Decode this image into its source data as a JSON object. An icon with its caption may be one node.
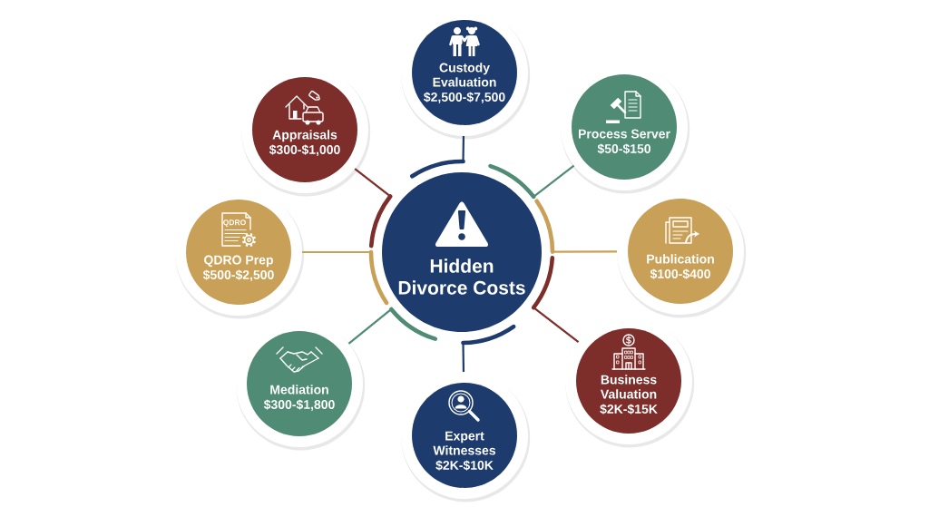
{
  "diagram": {
    "nodes": [
      {
        "text": [
          "Hidden Divorce Costs"
        ]
      },
      {
        "text": [
          "Custody Evaluation",
          "$2,500-$7,500"
        ]
      },
      {
        "text": [
          "Process Server",
          "$50-$150"
        ]
      },
      {
        "text": [
          "Publication",
          "$100-$400"
        ]
      },
      {
        "text": [
          "Business Valuation",
          "$2K-$15K"
        ]
      },
      {
        "text": [
          "Expert Witnesses",
          "$2K-$10K"
        ]
      },
      {
        "text": [
          "Mediation",
          "$300-$1,800"
        ]
      },
      {
        "text": [
          "QDRO",
          "QDRO Prep",
          "$500-$2,500"
        ]
      },
      {
        "text": [
          "Appraisals",
          "$300-$1,000"
        ]
      }
    ],
    "edges": [
      {
        "from": 0,
        "to": 1,
        "arrow": "none",
        "color": "#1e3b6e"
      },
      {
        "from": 0,
        "to": 2,
        "arrow": "none",
        "color": "#4f8b75"
      },
      {
        "from": 0,
        "to": 3,
        "arrow": "none",
        "color": "#c9a057"
      },
      {
        "from": 0,
        "to": 4,
        "arrow": "none",
        "color": "#7d2e2a"
      },
      {
        "from": 0,
        "to": 5,
        "arrow": "none",
        "color": "#1e3b6e"
      },
      {
        "from": 0,
        "to": 6,
        "arrow": "none",
        "color": "#4f8b75"
      },
      {
        "from": 0,
        "to": 7,
        "arrow": "none",
        "color": "#c9a057"
      },
      {
        "from": 0,
        "to": 8,
        "arrow": "none",
        "color": "#7d2e2a"
      }
    ]
  }
}
